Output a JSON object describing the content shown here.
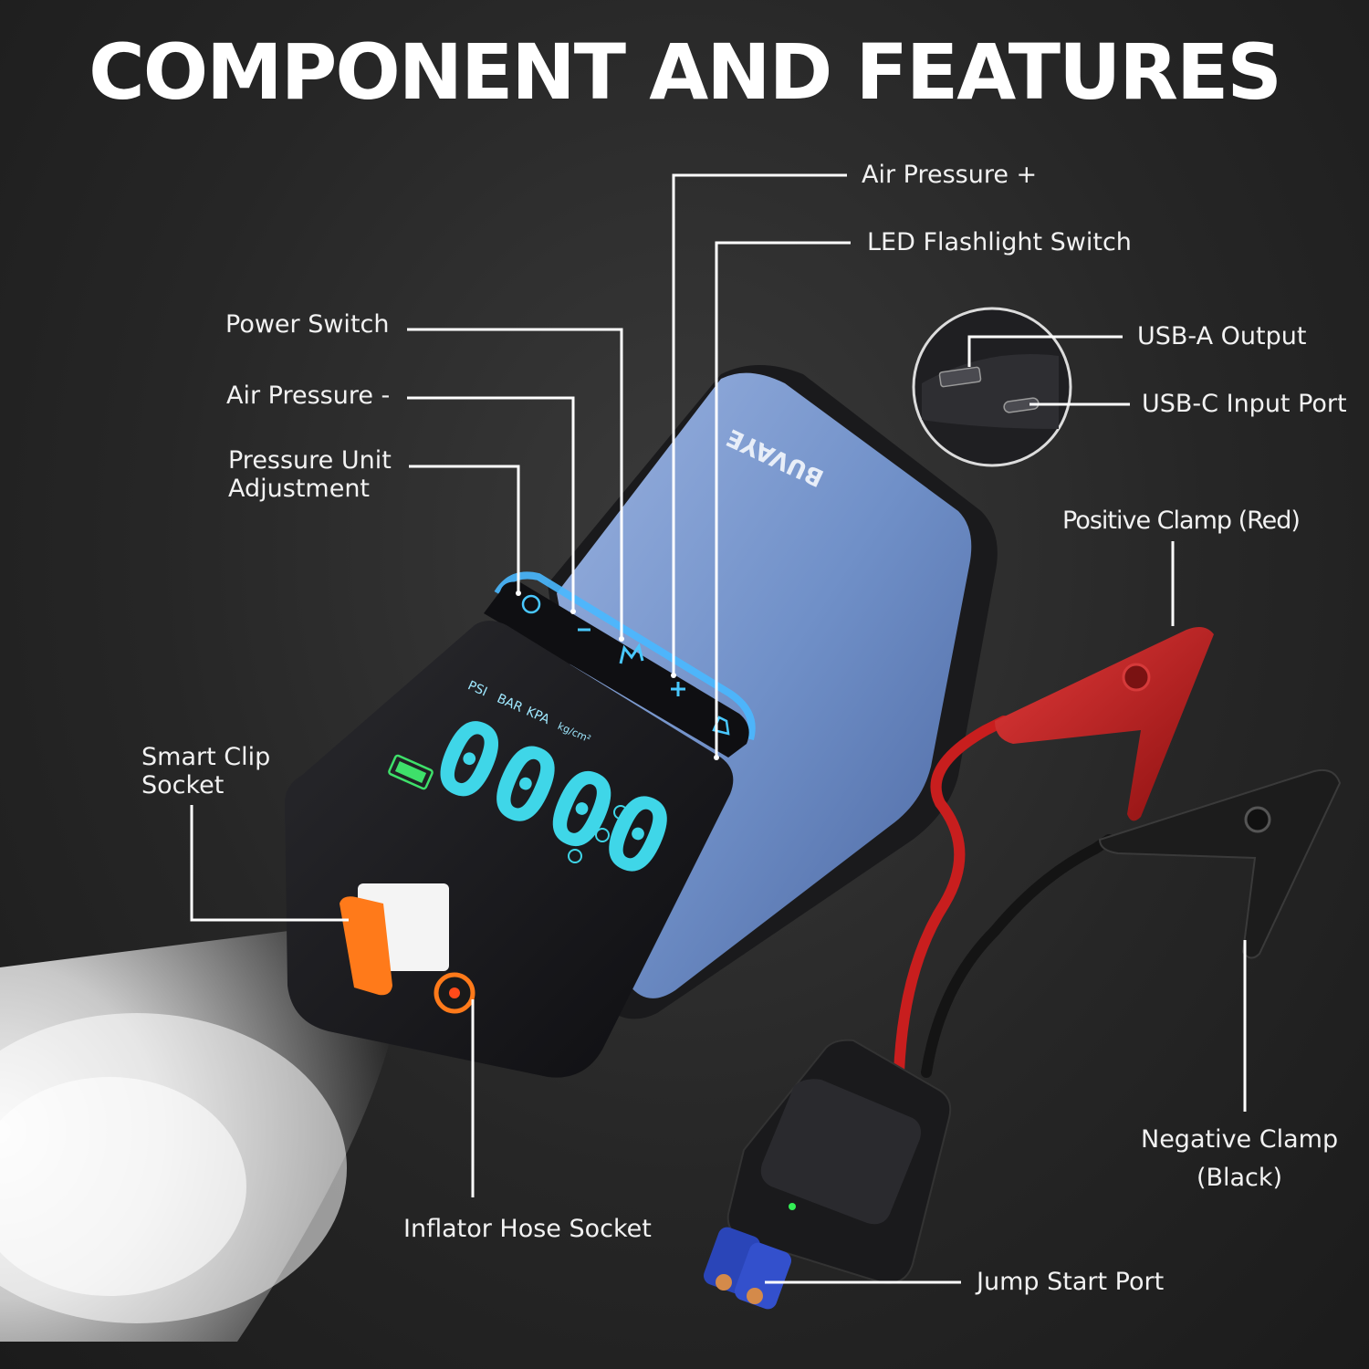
{
  "title": "COMPONENT AND FEATURES",
  "product": {
    "brand": "BUVAYE",
    "display_reading": "0000",
    "units": [
      "PSI",
      "BAR",
      "KPA",
      "kg/cm²"
    ],
    "buttons": [
      "power",
      "minus",
      "mode",
      "plus",
      "flashlight"
    ]
  },
  "labels": {
    "air_pressure_plus": "Air Pressure +",
    "led_flashlight_switch": "LED Flashlight Switch",
    "power_switch": "Power Switch",
    "air_pressure_minus": "Air Pressure -",
    "pressure_unit_adjustment_line1": "Pressure Unit",
    "pressure_unit_adjustment_line2": "Adjustment",
    "usb_a_output": "USB-A Output",
    "usb_c_input_port": "USB-C Input Port",
    "positive_clamp": "Positive Clamp (Red)",
    "smart_clip_socket_line1": "Smart Clip",
    "smart_clip_socket_line2": "Socket",
    "negative_clamp_line1": "Negative Clamp",
    "negative_clamp_line2": "(Black)",
    "inflator_hose_socket": "Inflator Hose Socket",
    "jump_start_port": "Jump Start Port"
  },
  "colors": {
    "body_blue": "#6f8fc8",
    "display_cyan": "#3fd6e8",
    "positive_red": "#c81e1e",
    "negative_black": "#1c1c1c",
    "accent_orange": "#ff7a1a",
    "connector_blue": "#2a45b8"
  }
}
